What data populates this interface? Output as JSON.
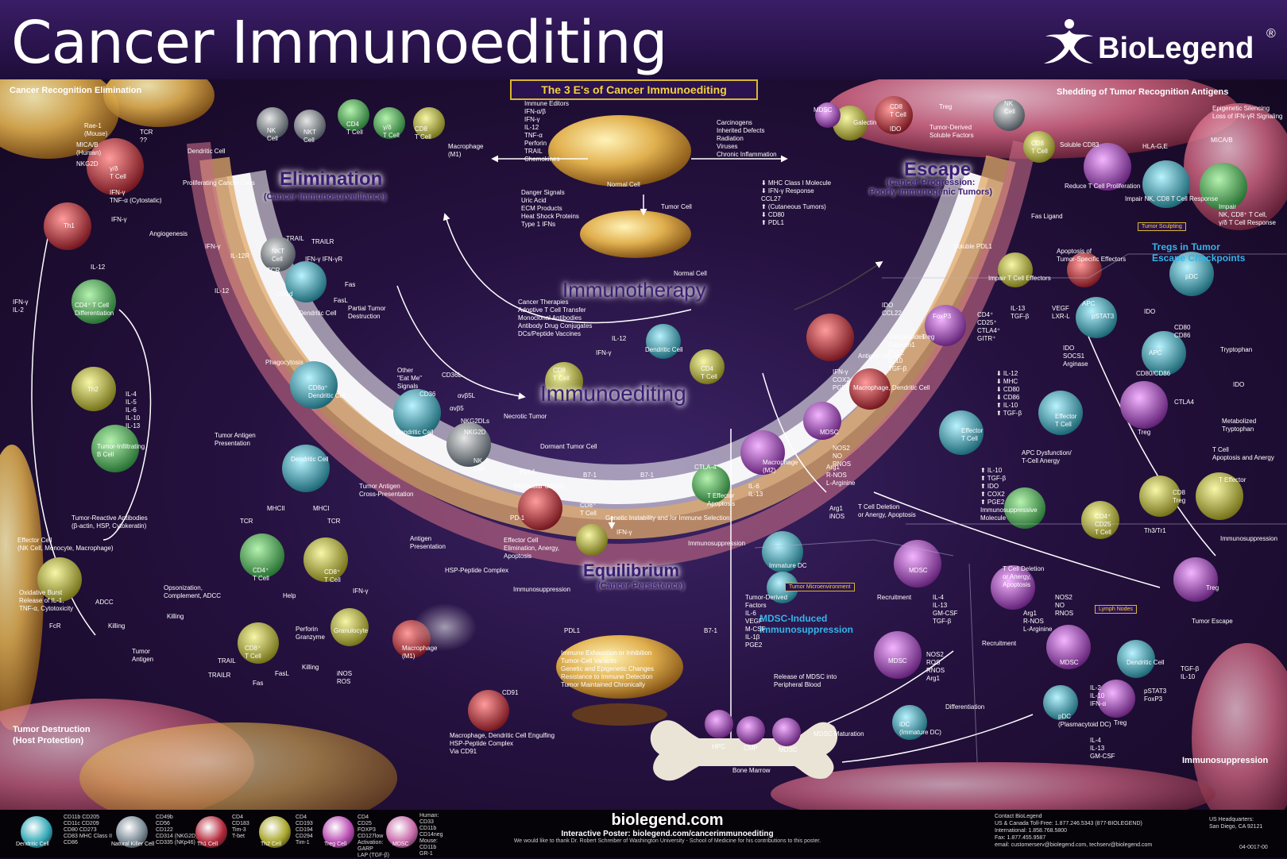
{
  "header": {
    "title": "Cancer Immunoediting",
    "brand": "BioLegend",
    "registered": "®"
  },
  "colors": {
    "background": "#12071f",
    "accent_gold": "#d8b72e",
    "accent_blue": "#34b5ea",
    "phase_text": "#3b1c74"
  },
  "banner": {
    "three_es": "The 3 E's of Cancer Immunoediting"
  },
  "phases": {
    "elimination": {
      "title": "Elimination",
      "subtitle": "(Cancer Immunosurveillance)"
    },
    "escape": {
      "title": "Escape",
      "subtitle": "(Cancer Progression:\nPoorly Immunogenic Tumors)"
    },
    "equilibrium": {
      "title": "Equilibrium",
      "subtitle": "(Cancer Persistence)"
    },
    "immunotherapy": "Immunotherapy",
    "immunoediting": "Immunoediting"
  },
  "sections": {
    "recognition": "Cancer Recognition Elimination",
    "shedding": "Shedding of Tumor Recognition Antigens",
    "tumor_destruction": "Tumor Destruction\n(Host Protection)",
    "immunosuppression_corner": "Immunosuppression",
    "tregs_title": "Tregs in Tumor\nEscape Checkpoints",
    "mdsc_title": "MDSC-Induced\nImmunosuppression",
    "tumor_sculpting": "Tumor Sculpting",
    "tumor_microenvironment": "Tumor Microenvironment",
    "lymph_nodes": "Lymph Nodes"
  },
  "center": {
    "immune_editors": "Immune Editors\nIFN-α/β\nIFN-γ\nIL-12\nTNF-α\nPerforin\nTRAIL\nChemokines",
    "carcinogens": "Carcinogens\nInherited Defects\nRadiation\nViruses\nChronic Inflammation",
    "normal_cell": "Normal Cell",
    "tumor_cell": "Tumor Cell",
    "danger_signals": "Danger Signals\nUric Acid\nECM Products\nHeat Shock Proteins\nType 1 IFNs",
    "mhc_changes": "⬇ MHC Class I Molecule\n⬇ IFN-γ Response\n  CCL27\n⬆ (Cutaneous Tumors)\n⬇ CD80\n⬆ PDL1",
    "normal_cell_2": "Normal Cell",
    "therapies": "Cancer Therapies\nAdoptive T Cell Transfer\nMonoclonal Antibodies\nAntibody Drug Conjugates\nDCs/Peptide Vaccines"
  },
  "labels": {
    "rae1": "Rae-1\n(Mouse)",
    "mica": "MICA/B\n(Human)",
    "tcr_q": "TCR\n??",
    "nkg2d": "NKG2D",
    "gd_tcell": "γ/δ\nT Cell",
    "prolif": "Proliferating Cancer Cells",
    "ifng_tnf": "IFN-γ\nTNF-α (Cytostatic)",
    "th1": "Th1",
    "ifng1": "IFN-γ",
    "angio": "Angiogenesis",
    "ifng2": "IFN-γ",
    "il12r": "IL-12R",
    "il12a": "IL-12",
    "il12b": "IL-12",
    "ifng_il2": "IFN-γ\nIL-2",
    "cd4_diff": "CD4⁺ T Cell\nDifferentiation",
    "th2": "Th2",
    "th2_cyt": "IL-4\nIL-5\nIL-6\nIL-10\nIL-13",
    "tumor_infil": "Tumor-Infiltrating\nB Cell",
    "tra": "Tumor-Reactive Antibodies\n(β-actin, HSP, Cytokeratin)",
    "effector": "Effector Cell\n(NK Cell, Monocyte, Macrophage)",
    "oxid": "Oxidative Burst\nRelease of IL-1,\nTNF-α, Cytotoxicity",
    "fcr": "FcR",
    "adcc": "ADCC",
    "killing1": "Killing",
    "opson": "Opsonization,\nComplement, ADCC",
    "killing2": "Killing",
    "tumor_antigen": "Tumor\nAntigen",
    "dc1": "Dendritic Cell",
    "nk1": "NK\nCell",
    "nkt1": "NKT\nCell",
    "cd4a": "CD4\nT Cell",
    "gd2": "γ/δ\nT Cell",
    "cd8a": "CD8\nT Cell",
    "macro_m1a": "Macrophage\n(M1)",
    "trail": "TRAIL",
    "trailr": "TRAILR",
    "ifng_ifngr": "IFN-γ  IFN-γR",
    "nkt2": "NKT\nCell",
    "tcr1": "TCR",
    "cd1d": "CD1d",
    "fas1": "Fas",
    "fasl1": "FasL",
    "dc2": "Dendritic Cell",
    "partial": "Partial Tumor\nDestruction",
    "phago": "Phagocytosis",
    "cd8dc": "CD8α⁺\nDendritic Cell",
    "eatme": "Other\n\"Eat Me\"\nSignals",
    "cd36l": "CD36L",
    "cd36": "CD36",
    "avb5l": "αvβ5L",
    "avb5": "αvβ5",
    "nkg2dls": "NKG2DLs",
    "nkg2d2": "NKG2D",
    "dc3": "Dendritic Cell",
    "nk2": "NK\nCell",
    "tap": "Tumor Antigen\nPresentation",
    "dc4": "Dendritic Cell",
    "tacp": "Tumor Antigen\nCross-Presentation",
    "mhcii": "MHCII",
    "tcr2": "TCR",
    "mhci": "MHCI",
    "tcr3": "TCR",
    "cd4b": "CD4⁺\nT Cell",
    "cd8b": "CD8⁺\nT Cell",
    "help": "Help",
    "ifng3": "IFN-γ",
    "trail2": "TRAIL",
    "trailr2": "TRAILR",
    "cd8c": "CD8⁺\nT Cell",
    "perforin": "Perforin\nGranzyme",
    "fasl2": "FasL",
    "fas2": "Fas",
    "killing3": "Killing",
    "granulocyte": "Granulocyte",
    "macro_m1b": "Macrophage\n(M1)",
    "inos": "iNOS\nROS",
    "necrotic": "Necrotic Tumor",
    "antigen_pres": "Antigen\nPresentation",
    "hsp": "HSP-Peptide Complex",
    "cd91": "CD91",
    "engulf": "Macrophage, Dendritic Cell Engulfing\nHSP-Peptide Complex\nVia CD91",
    "cd8d": "CD8\nT Cell",
    "ifng4": "IFN-γ",
    "il12c": "IL-12",
    "dc5": "Dendritic Cell",
    "cd4c": "CD4\nT Cell",
    "dormant": "Dormant Tumor Cell",
    "pdl1a": "PDL1",
    "molshield": "(Molecular Shield)",
    "pd1": "PD-1",
    "b71a": "B7-1",
    "b71b": "B7-1",
    "ctla4a": "CTLA-4",
    "teff_apop": "T Effector\nApoptosis",
    "cd8e": "CD8⁺\nT Cell",
    "ifng5": "IFN-γ",
    "genetic": "Genetic Instability and /or Immune Selection",
    "effelim": "Effector Cell\nElimination, Anergy,\nApoptosis",
    "immsup1": "Immunosuppression",
    "immsup2": "Immunosuppression",
    "pdl1b": "PDL1",
    "b71c": "B7-1",
    "exhaust": "Immune Exhaustion or Inhibition\nTumor-Cell Variants\nGenetic and Epigenetic Changes\nResistance to Immune Detection\nTumor Maintained Chronically",
    "mdsc1": "MDSC",
    "galectin": "Galectin",
    "cd8f": "CD8\nT Cell",
    "ido1": "IDO",
    "treg1": "Treg",
    "tumor_derived": "Tumor-Derived\nSoluble Factors",
    "nk3": "NK\nCell",
    "cd8g": "CD8\nT Cell",
    "soluble_cd83": "Soluble CD83",
    "reduce": "Reduce T Cell Proliferation",
    "hlag": "HLA-G,E",
    "impair1": "Impair NK, CD8 T Cell Response",
    "epigen": "Epigenetic Silencing\nLoss of IFN-γR Signaling",
    "micab2": "MICA/B",
    "impair2": "Impair\nNK, CD8⁺ T Cell,\nγ/δ T Cell Response",
    "fasligand": "Fas Ligand",
    "apop_tse": "Apoptosis of\nTumor-Specific Effectors",
    "soluble_pdl1": "Soluble PDL1",
    "impair_teff": "Impair T Cell Effectors",
    "ido_ccl22": "IDO\nCCL22",
    "treg2": "Treg",
    "foxp3": "FoxP3",
    "treg_markers": "CD4⁺\nCD25⁺\nCTLA4⁺\nGITR⁺",
    "il13_tgfb": "IL-13\nTGF-β",
    "vegf_lxr": "VEGF\nLXR-L",
    "gangliosides": "Gangliosides\nGalectin1\nPFE2\nIL-10\nTGF-β",
    "antigen_uptake": "Antigen Uptake",
    "ifng6": "IFN-γ\nCOX2\nPGE2",
    "macro_dc": "Macrophage, Dendritic Cell",
    "mdsc2": "MDSC",
    "apc1": "APC",
    "stat3a": "pSTAT3",
    "ido_socs": "IDO\nSOCS1\nArginase",
    "il12_list": "⬇ IL-12\n⬇ MHC\n⬇ CD80\n⬇ CD86\n⬆ IL-10\n⬆ TGF-β",
    "effector_t1": "Effector\nT Cell",
    "effector_t2": "Effector\nT Cell",
    "apc_dysfunction": "APC Dysfunction/\nT-Cell Anergy",
    "pdc1": "pDC",
    "ido2": "IDO",
    "cd80cd86": "CD80\nCD86",
    "apc2": "APC",
    "cd80cd86b": "CD80/CD86",
    "ctla4b": "CTLA4",
    "treg3": "Treg",
    "tryptophan": "Tryptophan",
    "ido3": "IDO",
    "metab": "Metabolized\nTryptophan",
    "tcell_apop": "T Cell\nApoptosis and Anergy",
    "macro_m2": "Macrophage\n(M2)",
    "nos2": "NOS2\nNO\nRNOS",
    "arg1": "Arg1\nR-NOS\nL-Arginine",
    "il6_il13": "IL-6\nIL-13",
    "arg1_inos": "Arg1\niNOS",
    "tcell_del": "T Cell Deletion\nor Anergy, Apoptosis",
    "immature_dc": "Immature DC",
    "il10_list": "⬆ IL-10\n⬆ TGF-β\n⬆ IDO\n⬆ COX2\n⬆ PGE2\n  Immunosuppressive\n  Molecule",
    "cd4_cd25": "CD4⁺\nCD25\nT Cell",
    "th3tr1": "Th3/Tr1",
    "cd8h": "CD8\nTreg",
    "t_effector": "T Effector",
    "immsup3": "Immunosuppression",
    "treg4": "Treg",
    "tumor_escape": "Tumor Escape",
    "tumor_derived_factors": "Tumor-Derived\nFactors\nIL-6\nVEGF\nM-CSF\nIL-1β\nPGE2",
    "recruitment1": "Recruitment",
    "mdsc3": "MDSC",
    "il4_list": "IL-4\nIL-13\nGM-CSF\nTGF-β",
    "celldel2": "T Cell Deletion\nor Anergy,\nApoptosis",
    "nos2b": "NOS2\nNO\nRNOS",
    "arg1b": "Arg1\nR-NOS\nL-Arginine",
    "recruitment2": "Recruitment",
    "mdsc4": "MDSC",
    "mdsc5": "MDSC",
    "nos2c": "NOS2\nROS\nRNOS\nArg1",
    "dc6": "Dendritic Cell",
    "tgfb_il10": "TGF-β\nIL-10",
    "il2_list": "IL-2\nIL-10\nIFN-α",
    "stat3b": "pSTAT3\nFoxP3",
    "treg5": "Treg",
    "release_mdsc": "Release of MDSC into\nPeripheral Blood",
    "differentiation": "Differentiation",
    "idc": "iDC\n(Immature DC)",
    "pdc2": "pDC\n(Plasmacytoid DC)",
    "il4_gm": "IL-4\nIL-13\nGM-CSF",
    "mdsc_maturation": "MDSC Maturation",
    "hpc": "HPC",
    "cmp": "CMP",
    "mdsc6": "MDSC",
    "bone_marrow": "Bone Marrow"
  },
  "footer": {
    "legend": [
      {
        "name": "Dendritic Cell",
        "color": "#35a9b8",
        "markers": "CD11b   CD205\nCD11c   CD209\nCD80    CD273\nCD83    MHC Class II\nCD86"
      },
      {
        "name": "Natural Killer Cell",
        "color": "#7a8a95",
        "markers": "CD49b\nCD56\nCD122\nCD314 (NKG2D)\nCD335 (NKp46)"
      },
      {
        "name": "Th1 Cell",
        "color": "#b3283a",
        "markers": "CD4\nCD183\nTim-3\nT-bet"
      },
      {
        "name": "Th2 Cell",
        "color": "#a7a52a",
        "markers": "CD4\nCD193\nCD194\nCD294\nTim-1"
      },
      {
        "name": "Treg Cell",
        "color": "#b84bb2",
        "markers": "CD4\nCD25\nFOXP3\nCD127low\nActivation:\nGARP\nLAP (TGF-β)"
      },
      {
        "name": "MDSC",
        "color": "#c76aa9",
        "markers": "Human:\nCD33\nCD11b\nCD14neg\nMouse:\nCD11b\nGR-1"
      }
    ],
    "site": "biolegend.com",
    "interactive": "Interactive Poster: biolegend.com/cancerimmunoediting",
    "thanks": "We would like to thank Dr. Robert Schreiber of Washington University - School of Medicine for his contributions to this poster.",
    "contact": "Contact BioLegend\nUS & Canada Toll-Free: 1.877.246.5343 (877-BIOLEGEND)\nInternational: 1.858.768.5800\nFax: 1.877.455.9587\nemail: customerserv@biolegend.com, techserv@biolegend.com",
    "hq": "US Headquarters:\nSan Diego, CA 92121",
    "code": "04-0017-00"
  }
}
